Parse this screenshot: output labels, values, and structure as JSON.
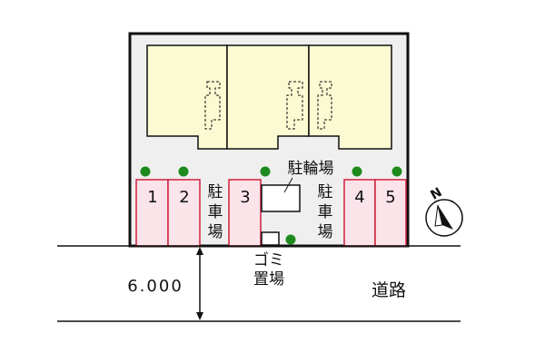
{
  "colors": {
    "lot_fill": "#efefef",
    "building_fill": "#fbfad2",
    "parking_fill": "#fbe3ea",
    "parking_stroke": "#d0213a",
    "tree": "#1e8a1e",
    "line": "#111111"
  },
  "parking": {
    "spaces": [
      {
        "label": "1"
      },
      {
        "label": "2"
      },
      {
        "label": "3"
      },
      {
        "label": "4"
      },
      {
        "label": "5"
      }
    ],
    "label_left": [
      "駐",
      "車",
      "場"
    ],
    "label_right": [
      "駐",
      "車",
      "場"
    ]
  },
  "bicycle_parking": {
    "label": "駐輪場"
  },
  "garbage": {
    "label_top": "ゴミ",
    "label_bottom": "置場"
  },
  "road": {
    "label": "道路",
    "width_label": "6.000"
  },
  "compass": {
    "north_label": "N",
    "icon": "north-arrow-icon"
  }
}
